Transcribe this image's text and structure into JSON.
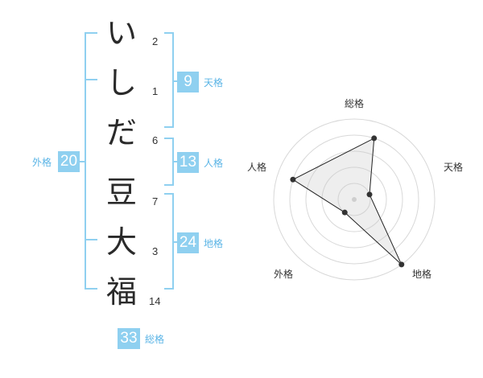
{
  "name": {
    "chars": [
      {
        "char": "い",
        "strokes": "2"
      },
      {
        "char": "し",
        "strokes": "1"
      },
      {
        "char": "だ",
        "strokes": "6"
      },
      {
        "char": "豆",
        "strokes": "7"
      },
      {
        "char": "大",
        "strokes": "3"
      },
      {
        "char": "福",
        "strokes": "14"
      }
    ]
  },
  "kakusu": {
    "tenkaku": {
      "value": "9",
      "label": "天格"
    },
    "jinkaku": {
      "value": "13",
      "label": "人格"
    },
    "chikaku": {
      "value": "24",
      "label": "地格"
    },
    "gaikaku": {
      "value": "20",
      "label": "外格"
    },
    "soukaku": {
      "value": "33",
      "label": "総格"
    }
  },
  "colors": {
    "accent": "#8fd0f0",
    "accent_text": "#5ab4e6"
  },
  "chart_data": {
    "type": "radar",
    "axes": [
      "総格",
      "天格",
      "地格",
      "外格",
      "人格"
    ],
    "rings": 5,
    "values": [
      4,
      1,
      5,
      1,
      4
    ],
    "max": 5
  }
}
